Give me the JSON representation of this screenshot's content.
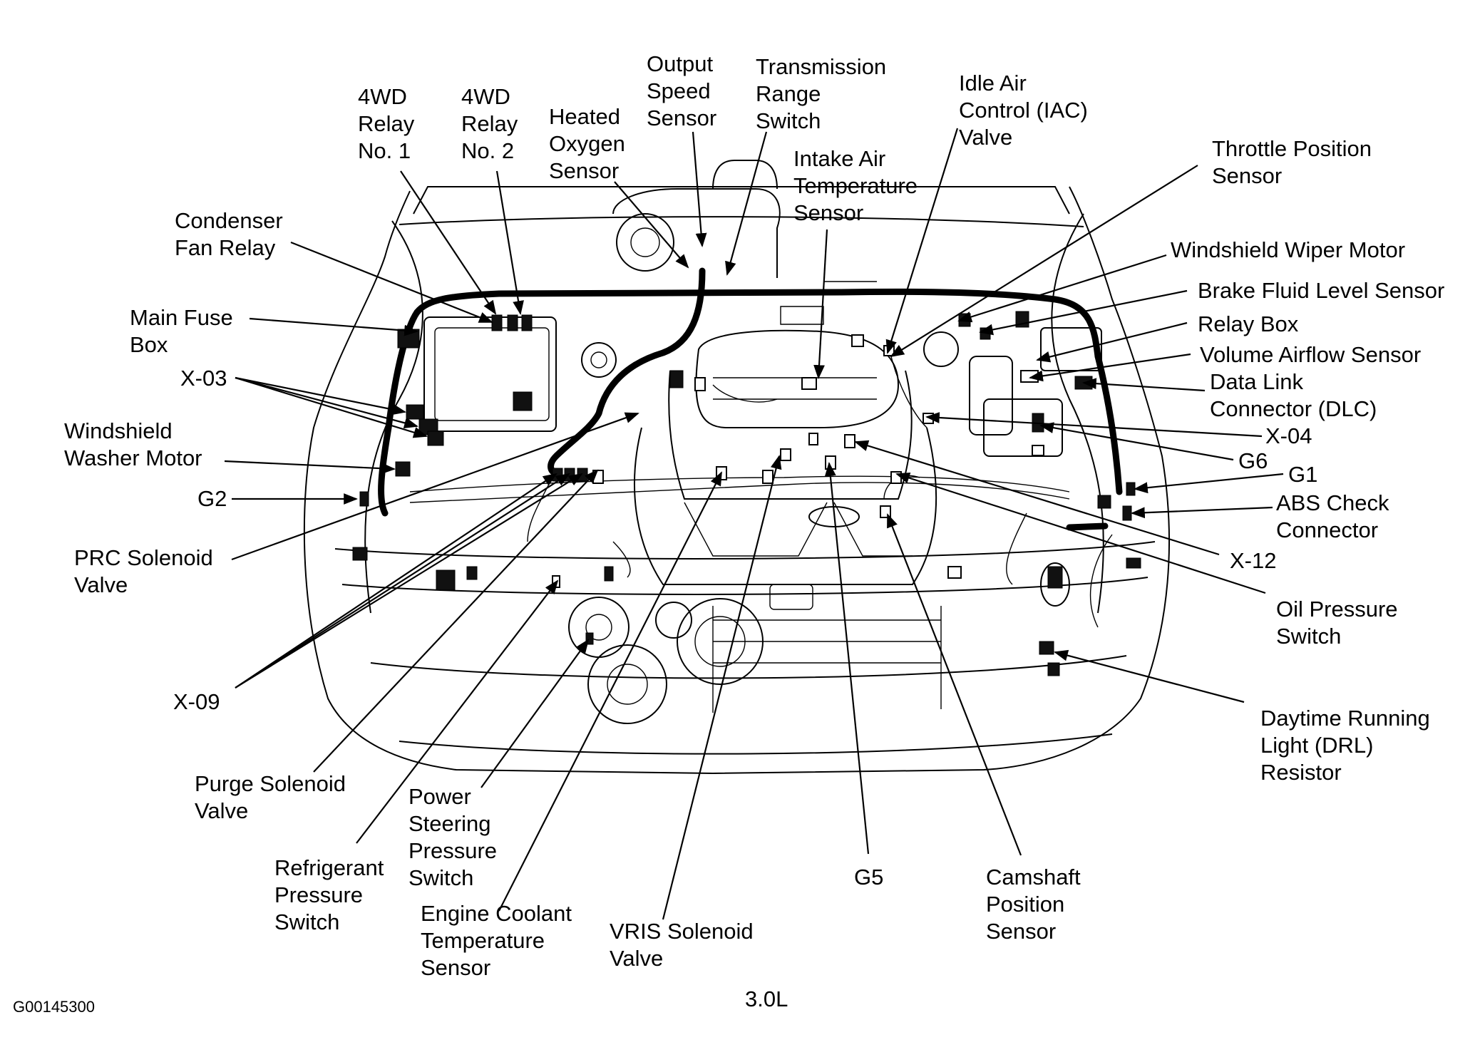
{
  "labels": {
    "relay4wd_1": [
      "4WD",
      "Relay",
      "No. 1"
    ],
    "relay4wd_2": [
      "4WD",
      "Relay",
      "No. 2"
    ],
    "heated_o2": [
      "Heated",
      "Oxygen",
      "Sensor"
    ],
    "output_speed": [
      "Output",
      "Speed",
      "Sensor"
    ],
    "trans_range": [
      "Transmission",
      "Range",
      "Switch"
    ],
    "intake_air_temp": [
      "Intake Air",
      "Temperature",
      "Sensor"
    ],
    "iac": [
      "Idle Air",
      "Control (IAC)",
      "Valve"
    ],
    "throttle_pos": [
      "Throttle Position",
      "Sensor"
    ],
    "wiper_motor": [
      "Windshield Wiper Motor"
    ],
    "brake_fluid": [
      "Brake Fluid Level Sensor"
    ],
    "relay_box": [
      "Relay Box"
    ],
    "vaf": [
      "Volume Airflow Sensor"
    ],
    "dlc": [
      "Data Link",
      "Connector (DLC)"
    ],
    "x04": [
      "X-04"
    ],
    "g6": [
      "G6"
    ],
    "g1": [
      "G1"
    ],
    "abs_check": [
      "ABS Check",
      "Connector"
    ],
    "x12": [
      "X-12"
    ],
    "oil_pressure": [
      "Oil Pressure",
      "Switch"
    ],
    "drl": [
      "Daytime Running",
      "Light (DRL)",
      "Resistor"
    ],
    "camshaft": [
      "Camshaft",
      "Position",
      "Sensor"
    ],
    "g5": [
      "G5"
    ],
    "vris": [
      "VRIS Solenoid",
      "Valve"
    ],
    "ect": [
      "Engine Coolant",
      "Temperature",
      "Sensor"
    ],
    "ps_pressure": [
      "Power",
      "Steering",
      "Pressure",
      "Switch"
    ],
    "refrigerant": [
      "Refrigerant",
      "Pressure",
      "Switch"
    ],
    "purge": [
      "Purge Solenoid",
      "Valve"
    ],
    "x09": [
      "X-09"
    ],
    "prc": [
      "PRC Solenoid",
      "Valve"
    ],
    "g2": [
      "G2"
    ],
    "washer_motor": [
      "Windshield",
      "Washer Motor"
    ],
    "x03": [
      "X-03"
    ],
    "main_fuse": [
      "Main Fuse",
      "Box"
    ],
    "condenser_fan": [
      "Condenser",
      "Fan Relay"
    ]
  },
  "caption": "3.0L",
  "figure_code": "G00145300"
}
